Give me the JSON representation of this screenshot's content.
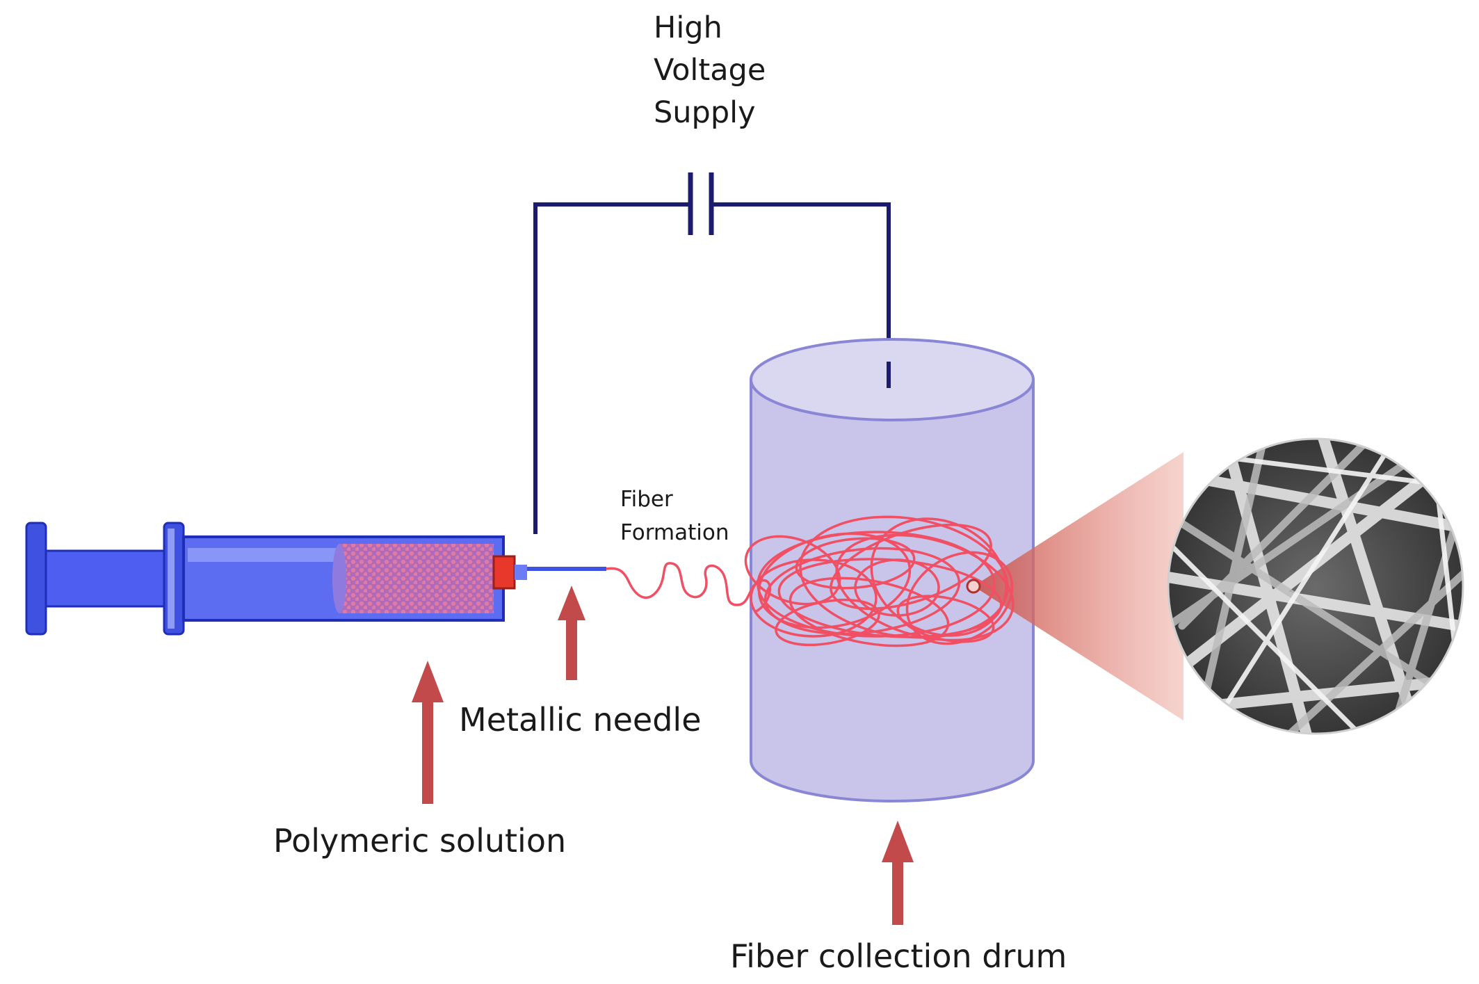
{
  "labels": {
    "high_voltage": [
      "High",
      "Voltage",
      "Supply"
    ],
    "fiber_formation": [
      "Fiber",
      "Formation"
    ],
    "metallic_needle": "Metallic needle",
    "polymeric_solution": "Polymeric solution",
    "fiber_collection_drum": "Fiber collection drum"
  },
  "colors": {
    "wire": "#1c1c6e",
    "syringe_blue": "#3f51e0",
    "syringe_light": "#6b7cf5",
    "syringe_outline": "#1f2eb8",
    "drum_fill": "#c9c5ea",
    "drum_outline": "#8a86d6",
    "fiber_red": "#f04f64",
    "arrow_red": "#c34a4a",
    "magnifier_cone": "#e59a90"
  },
  "icons": {
    "capacitor": "capacitor-symbol",
    "syringe": "syringe-icon",
    "drum": "cylinder-drum",
    "sem": "sem-micrograph-circle",
    "arrow": "up-arrow-icon"
  }
}
